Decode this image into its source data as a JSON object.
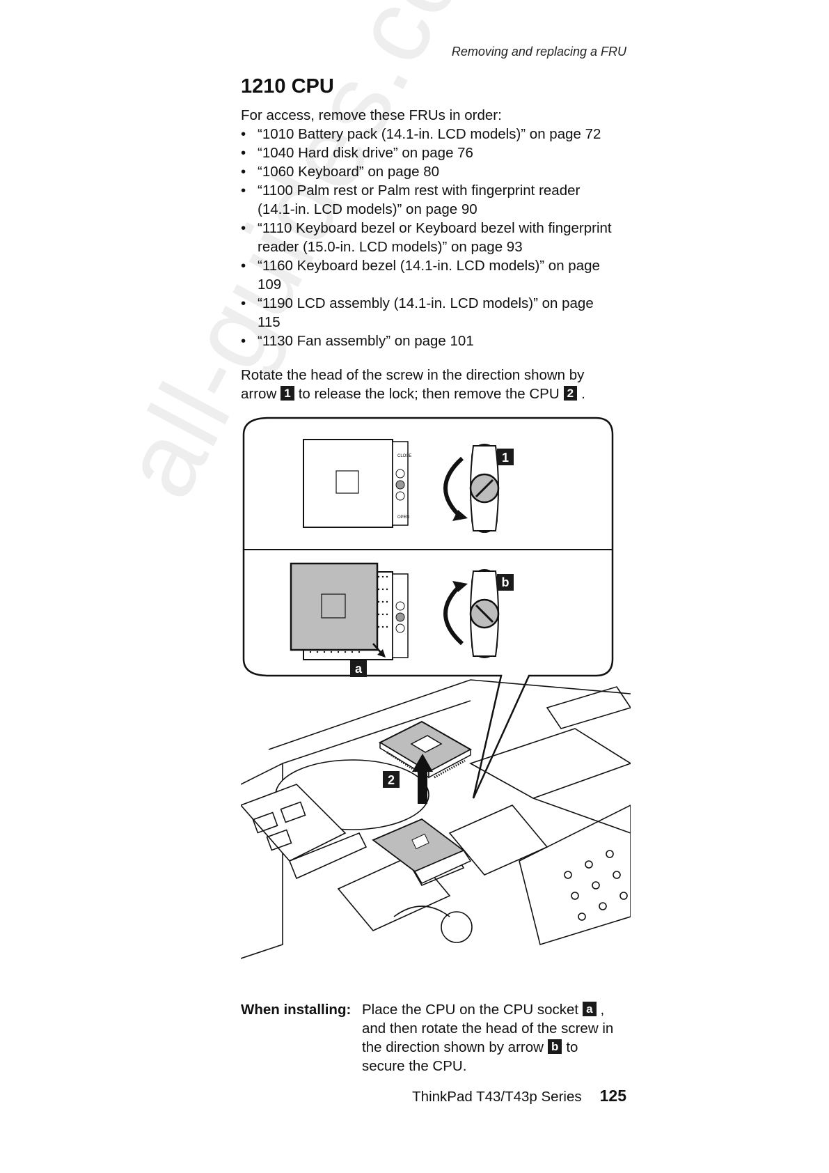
{
  "running_head": "Removing and replacing a FRU",
  "title": "1210 CPU",
  "intro": "For access, remove these FRUs in order:",
  "fru_list": [
    {
      "lines": [
        "“1010 Battery pack (14.1-in. LCD models)” on page 72"
      ]
    },
    {
      "lines": [
        "“1040 Hard disk drive” on page 76"
      ]
    },
    {
      "lines": [
        "“1060 Keyboard” on page 80"
      ]
    },
    {
      "lines": [
        "“1100 Palm rest or Palm rest with fingerprint reader",
        "(14.1-in. LCD models)” on page 90"
      ]
    },
    {
      "lines": [
        "“1110 Keyboard bezel or Keyboard bezel with fingerprint",
        "reader (15.0-in. LCD models)” on page 93"
      ]
    },
    {
      "lines": [
        "“1160 Keyboard bezel (14.1-in. LCD models)” on page",
        "109"
      ]
    },
    {
      "lines": [
        "“1190 LCD assembly (14.1-in. LCD models)” on page",
        "115"
      ]
    },
    {
      "lines": [
        "“1130 Fan assembly” on page 101"
      ]
    }
  ],
  "bullet_char": "•",
  "instruction": {
    "part1": "Rotate the head of the screw in the direction shown by",
    "part2": "arrow",
    "callout1": "1",
    "part3": "to release the lock; then remove the CPU",
    "callout2": "2",
    "part4": "."
  },
  "figure": {
    "callout_1": "1",
    "callout_b": "b",
    "callout_a": "a",
    "callout_2": "2",
    "socket_label_close": "CLOSE",
    "socket_label_open": "OPEN"
  },
  "installing": {
    "label": "When installing:",
    "line1_a": "Place the CPU on the CPU socket",
    "callout_a": "a",
    "line1_b": ",",
    "line2": "and then rotate the head of the screw in",
    "line3_a": "the direction shown by arrow",
    "callout_b": "b",
    "line3_b": "to",
    "line4": "secure the CPU."
  },
  "footer": {
    "series": "ThinkPad T43/T43p Series",
    "page_number": "125"
  },
  "watermark": "all-guides.com",
  "colors": {
    "text": "#111111",
    "callout_bg": "#1a1a1a",
    "figure_gray": "#bdbdbd",
    "watermark": "#787878"
  }
}
